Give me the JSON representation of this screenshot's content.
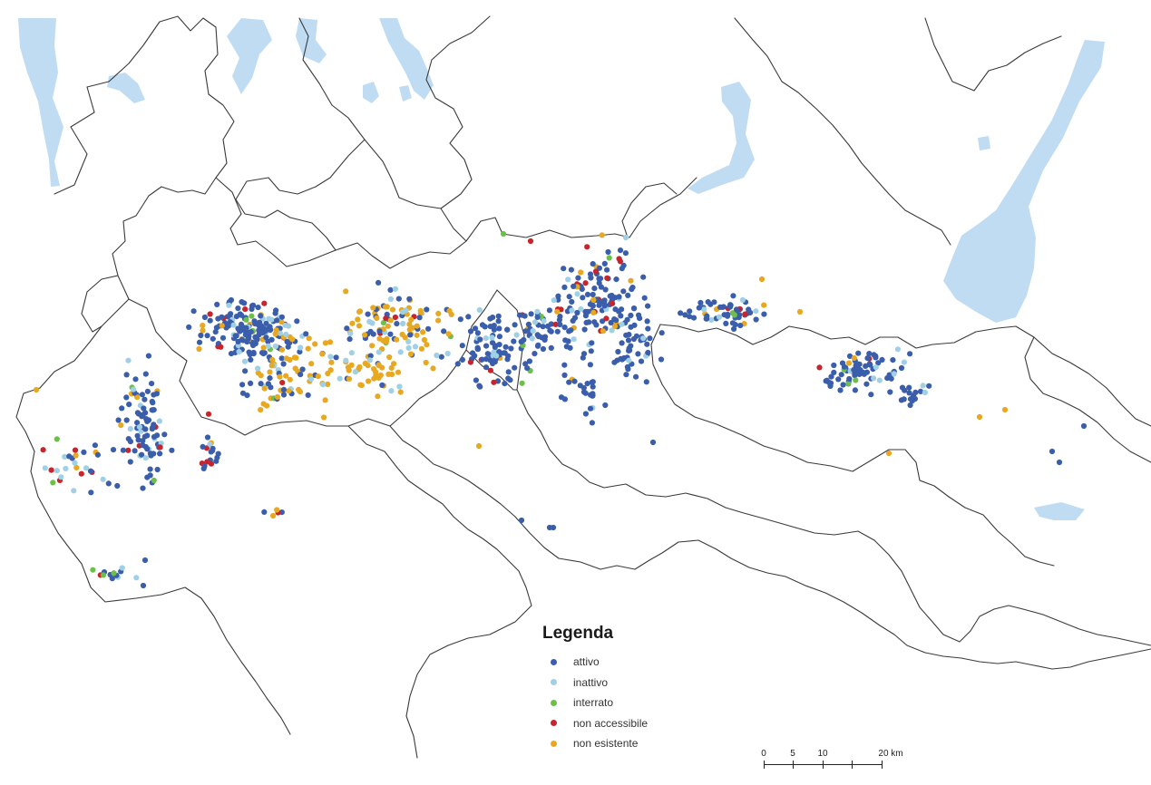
{
  "legend": {
    "title": "Legenda",
    "items": [
      {
        "key": "attivo",
        "label": "attivo",
        "color": "#3a5eab"
      },
      {
        "key": "inattivo",
        "label": "inattivo",
        "color": "#9fd0e6"
      },
      {
        "key": "interrato",
        "label": "interrato",
        "color": "#6cc04a"
      },
      {
        "key": "non_accessibile",
        "label": "non accessibile",
        "color": "#c8242b"
      },
      {
        "key": "non_esistente",
        "label": "non esistente",
        "color": "#e8a81f"
      }
    ]
  },
  "scale": {
    "ticks": [
      "0",
      "5",
      "10",
      "20 km"
    ]
  },
  "colors": {
    "water": "#bfdcf3",
    "border": "#3a3a3a",
    "background": "#ffffff"
  }
}
